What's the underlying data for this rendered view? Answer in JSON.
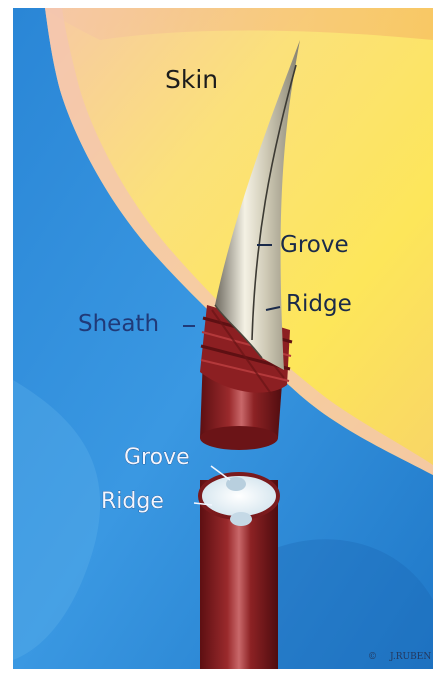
{
  "labels": {
    "skin": "Skin",
    "grove_top": "Grove",
    "ridge_top": "Ridge",
    "sheath": "Sheath",
    "grove_bottom": "Grove",
    "ridge_bottom": "Ridge"
  },
  "credit": {
    "symbol": "©",
    "artist": "J.RUBEN"
  },
  "colors": {
    "skin_light": "#fbe35a",
    "skin_peach": "#f5c9a6",
    "tissue_blue": "#2d8ad8",
    "hair_shaft": "#8b1e22",
    "label_text": "#1a2a4a"
  }
}
